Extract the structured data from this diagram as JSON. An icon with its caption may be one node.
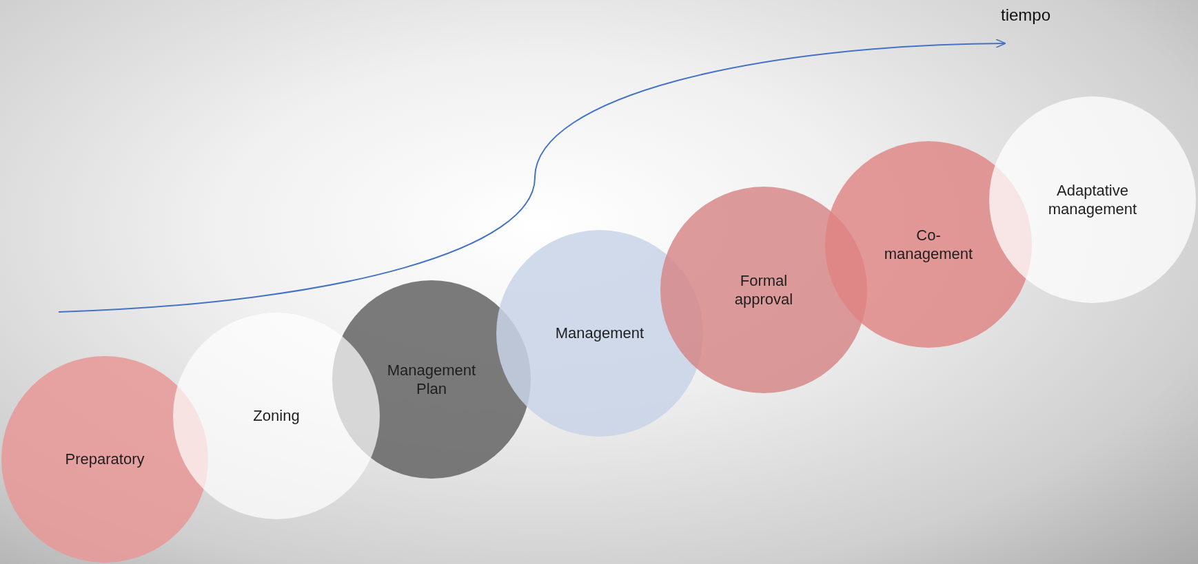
{
  "diagram": {
    "nodes": [
      {
        "text": [
          "Preparatory"
        ]
      },
      {
        "text": [
          "Zoning"
        ]
      },
      {
        "text": [
          "Management Plan"
        ]
      },
      {
        "text": [
          "Management"
        ]
      },
      {
        "text": [
          "Formal approval"
        ]
      },
      {
        "text": [
          "Co- management"
        ]
      },
      {
        "text": [
          "Adaptative management"
        ]
      }
    ],
    "labels": [
      "tiempo"
    ]
  }
}
